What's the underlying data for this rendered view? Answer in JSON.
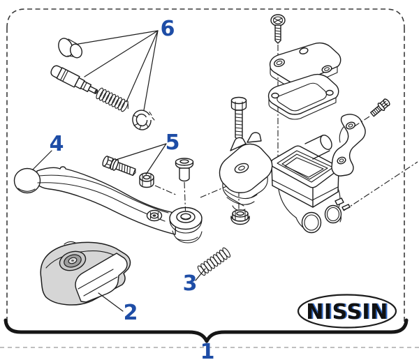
{
  "diagram": {
    "background": "#ffffff",
    "line_art_color": "#1c1c1c",
    "callout_color": "#1e4da6",
    "cover_fill_color": "#d6d6d6",
    "logo": {
      "text": "NISSIN",
      "text_color": "#111111",
      "shadow_color": "#2f6bc9"
    },
    "callouts": [
      {
        "id": "part-1",
        "label": "1"
      },
      {
        "id": "part-2",
        "label": "2"
      },
      {
        "id": "part-3",
        "label": "3"
      },
      {
        "id": "part-4",
        "label": "4"
      },
      {
        "id": "part-5",
        "label": "5"
      },
      {
        "id": "part-6",
        "label": "6"
      }
    ]
  }
}
